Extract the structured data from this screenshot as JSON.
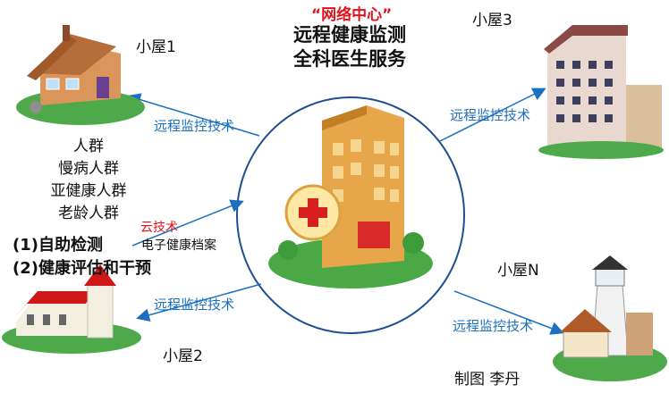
{
  "center": {
    "network_title": "“网络中心”",
    "line1": "远程健康监测",
    "line2": "全科医生服务"
  },
  "houses": {
    "house1": "小屋1",
    "house2": "小屋2",
    "house3": "小屋3",
    "houseN": "小屋N"
  },
  "links": {
    "remote_tech_1": "远程监控技术",
    "remote_tech_2": "远程监控技术",
    "remote_tech_3": "远程监控技术",
    "remote_tech_n": "远程监控技术",
    "cloud_tech": "云技术",
    "ehr": "电子健康档案"
  },
  "people": [
    "人群",
    "慢病人群",
    "亚健康人群",
    "老龄人群"
  ],
  "services": [
    "(1)自助检测",
    "(2)健康评估和干预"
  ],
  "credit": "制图  李丹",
  "colors": {
    "circle": "#1f4f8f",
    "arrow": "#1a6fc0",
    "title_red": "#e0141c"
  }
}
